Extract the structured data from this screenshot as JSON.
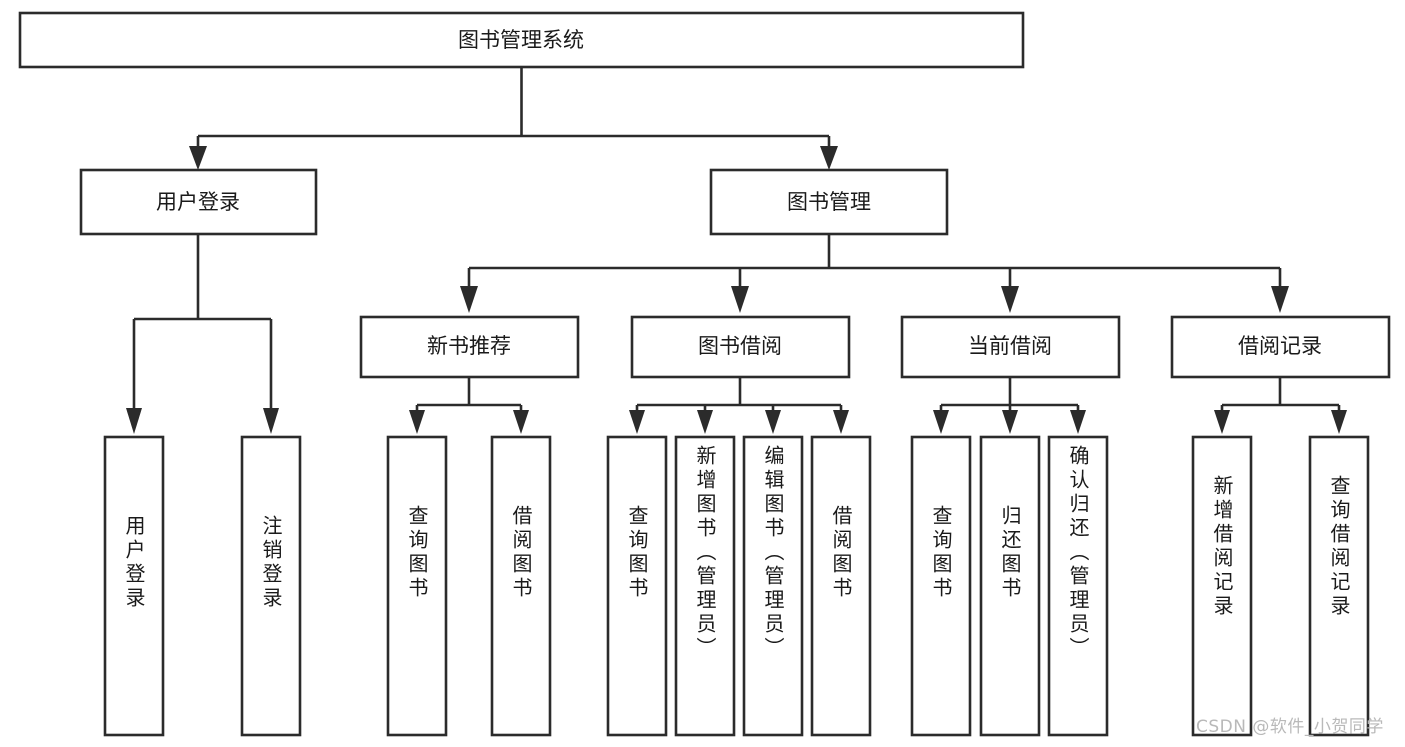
{
  "diagram": {
    "type": "hierarchy-tree",
    "title": "图书管理系统",
    "watermark": "CSDN @软件_小贺同学",
    "colors": {
      "stroke": "#2b2b2b",
      "fill": "#ffffff",
      "text": "#1a1a1a",
      "watermark": "#b9b9b9"
    },
    "levels": {
      "root": {
        "label": "图书管理系统"
      },
      "level2": [
        {
          "label": "用户登录"
        },
        {
          "label": "图书管理"
        }
      ],
      "level3": [
        {
          "label": "新书推荐"
        },
        {
          "label": "图书借阅"
        },
        {
          "label": "当前借阅"
        },
        {
          "label": "借阅记录"
        }
      ],
      "leaves": [
        {
          "label": "用户登录",
          "parent": "用户登录"
        },
        {
          "label": "注销登录",
          "parent": "用户登录"
        },
        {
          "label": "查询图书",
          "parent": "新书推荐"
        },
        {
          "label": "借阅图书",
          "parent": "新书推荐"
        },
        {
          "label": "查询图书",
          "parent": "图书借阅"
        },
        {
          "label": "新增图书（管理员）",
          "parent": "图书借阅"
        },
        {
          "label": "编辑图书（管理员）",
          "parent": "图书借阅"
        },
        {
          "label": "借阅图书",
          "parent": "图书借阅"
        },
        {
          "label": "查询图书",
          "parent": "当前借阅"
        },
        {
          "label": "归还图书",
          "parent": "当前借阅"
        },
        {
          "label": "确认归还（管理员）",
          "parent": "当前借阅"
        },
        {
          "label": "新增借阅记录",
          "parent": "借阅记录"
        },
        {
          "label": "查询借阅记录",
          "parent": "借阅记录"
        }
      ]
    }
  }
}
